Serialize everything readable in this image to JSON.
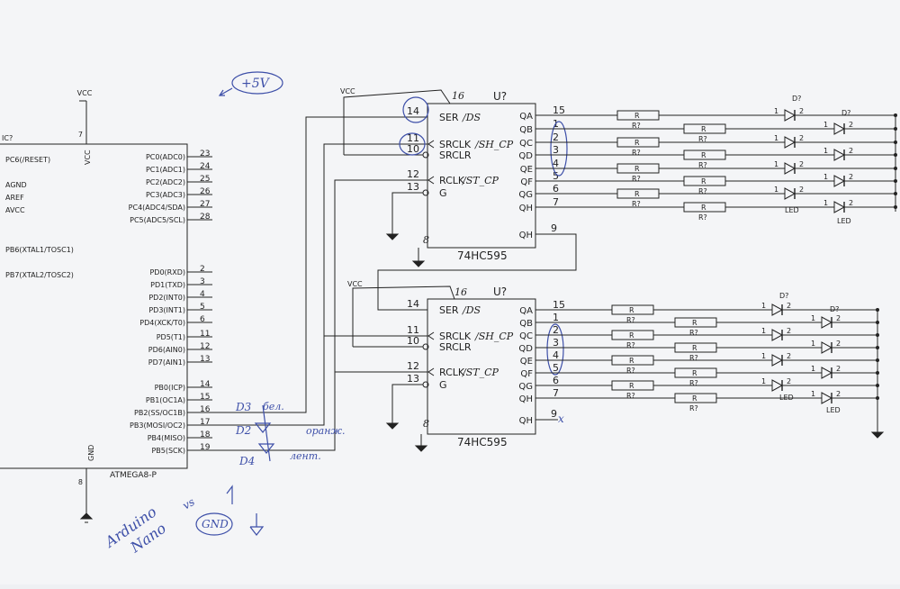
{
  "mcu": {
    "ref": "IC?",
    "part": "ATMEGA8-P",
    "vcc_label": "VCC",
    "vcc_pin": "7",
    "gnd_label": "GND",
    "gnd_pin": "8",
    "left_pins": [
      "PC6(/RESET)",
      "AGND",
      "AREF",
      "AVCC",
      "PB6(XTAL1/TOSC1)",
      "PB7(XTAL2/TOSC2)"
    ],
    "right_pins": [
      {
        "name": "PC0(ADC0)",
        "num": "23"
      },
      {
        "name": "PC1(ADC1)",
        "num": "24"
      },
      {
        "name": "PC2(ADC2)",
        "num": "25"
      },
      {
        "name": "PC3(ADC3)",
        "num": "26"
      },
      {
        "name": "PC4(ADC4/SDA)",
        "num": "27"
      },
      {
        "name": "PC5(ADC5/SCL)",
        "num": "28"
      },
      {
        "name": "PD0(RXD)",
        "num": "2"
      },
      {
        "name": "PD1(TXD)",
        "num": "3"
      },
      {
        "name": "PD2(INT0)",
        "num": "4"
      },
      {
        "name": "PD3(INT1)",
        "num": "5"
      },
      {
        "name": "PD4(XCK/T0)",
        "num": "6"
      },
      {
        "name": "PD5(T1)",
        "num": "11"
      },
      {
        "name": "PD6(AIN0)",
        "num": "12"
      },
      {
        "name": "PD7(AIN1)",
        "num": "13"
      },
      {
        "name": "PB0(ICP)",
        "num": "14"
      },
      {
        "name": "PB1(OC1A)",
        "num": "15"
      },
      {
        "name": "PB2(SS/OC1B)",
        "num": "16"
      },
      {
        "name": "PB3(MOSI/OC2)",
        "num": "17"
      },
      {
        "name": "PB4(MISO)",
        "num": "18"
      },
      {
        "name": "PB5(SCK)",
        "num": "19"
      }
    ]
  },
  "shift_registers": [
    {
      "ref": "U?",
      "part": "74HC595",
      "vcc_label": "VCC",
      "vcc_pin": "16",
      "gnd_pin": "8",
      "left_pins": [
        {
          "num": "14",
          "name": "SER",
          "note": "/DS"
        },
        {
          "num": "11",
          "name": "SRCLK",
          "note": "/SH_CP"
        },
        {
          "num": "10",
          "name": "SRCLR",
          "note": ""
        },
        {
          "num": "12",
          "name": "RCLK",
          "note": "/ST_CP"
        },
        {
          "num": "13",
          "name": "G",
          "note": ""
        }
      ],
      "outputs": [
        {
          "name": "QA",
          "num": "15"
        },
        {
          "name": "QB",
          "num": "1"
        },
        {
          "name": "QC",
          "num": "2"
        },
        {
          "name": "QD",
          "num": "3"
        },
        {
          "name": "QE",
          "num": "4"
        },
        {
          "name": "QF",
          "num": "5"
        },
        {
          "name": "QG",
          "num": "6"
        },
        {
          "name": "QH",
          "num": "7"
        }
      ],
      "serial_out": {
        "name": "QH",
        "num": "9"
      }
    },
    {
      "ref": "U?",
      "part": "74HC595",
      "vcc_label": "VCC",
      "vcc_pin": "16",
      "gnd_pin": "8",
      "left_pins": [
        {
          "num": "14",
          "name": "SER",
          "note": "/DS"
        },
        {
          "num": "11",
          "name": "SRCLK",
          "note": "/SH_CP"
        },
        {
          "num": "10",
          "name": "SRCLR",
          "note": ""
        },
        {
          "num": "12",
          "name": "RCLK",
          "note": "/ST_CP"
        },
        {
          "num": "13",
          "name": "G",
          "note": ""
        }
      ],
      "outputs": [
        {
          "name": "QA",
          "num": "15"
        },
        {
          "name": "QB",
          "num": "1"
        },
        {
          "name": "QC",
          "num": "2"
        },
        {
          "name": "QD",
          "num": "3"
        },
        {
          "name": "QE",
          "num": "4"
        },
        {
          "name": "QF",
          "num": "5"
        },
        {
          "name": "QG",
          "num": "6"
        },
        {
          "name": "QH",
          "num": "7"
        }
      ],
      "serial_out": {
        "name": "QH",
        "num": "9"
      }
    }
  ],
  "resistor": {
    "name": "R",
    "value": "R?"
  },
  "led": {
    "ref": "D?",
    "name": "LED",
    "pin1": "1",
    "pin2": "2"
  },
  "handwritten": {
    "supply": "+5V",
    "d3": "D3",
    "d2": "D2",
    "d4": "D4",
    "wire1": "бел.",
    "wire2": "оранж.",
    "wire3": "лент.",
    "arduino": "Arduino",
    "nano": "Nano",
    "vs": "vs",
    "gnd": "GND",
    "no_connect": "x"
  },
  "colors": {
    "ink": "#222222",
    "pen_blue": "#3d4fa8",
    "pen_red": "#c0304a"
  }
}
